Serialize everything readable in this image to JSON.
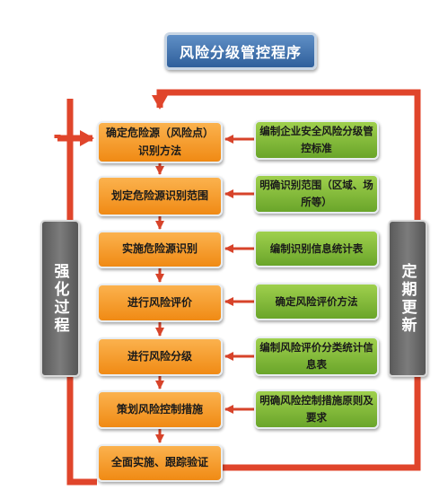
{
  "title": "风险分级管控程序",
  "steps": [
    "确定危险源（风险点）识别方法",
    "划定危险源识别范围",
    "实施危险源识别",
    "进行风险评价",
    "进行风险分级",
    "策划风险控制措施",
    "全面实施、跟踪验证"
  ],
  "supports": [
    "编制企业安全风险分级管控标准",
    "明确识别范围（区域、场所等）",
    "编制识别信息统计表",
    "确定风险评价方法",
    "编制风险评价分类统计信息表",
    "明确风险控制措施原则及要求"
  ],
  "side_left": "强化过程",
  "side_right": "定期更新",
  "colors": {
    "title": "#3b6aa8",
    "step": "#f59a26",
    "support": "#84bd3a",
    "side": "#6b6b6b",
    "arrow": "#e0452b",
    "small_arrow": "#d7432a"
  }
}
